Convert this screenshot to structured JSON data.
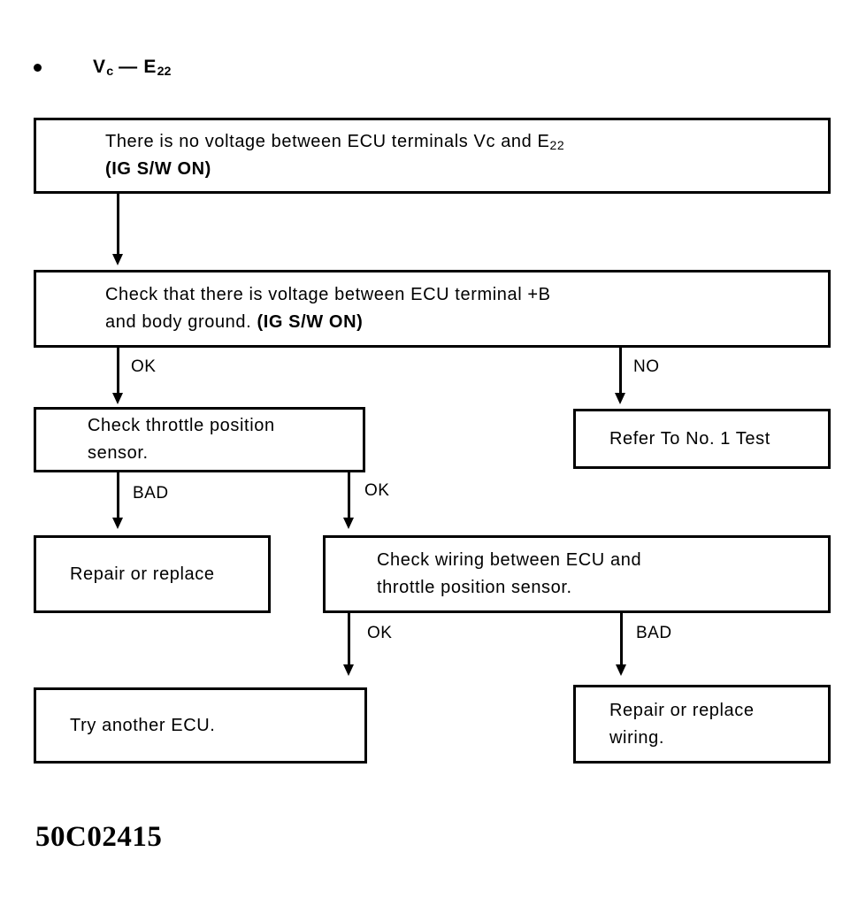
{
  "header": {
    "bullet_label_prefix": "V",
    "bullet_label_sub1": "c",
    "bullet_dash": "—",
    "bullet_label_suffix": "E",
    "bullet_label_sub2": "22"
  },
  "nodes": {
    "symptom": {
      "line1_a": "There is no voltage between ECU terminals Vc and E",
      "line1_sub": "22",
      "line2": "(IG S/W ON)"
    },
    "check_voltage": {
      "line1": "Check that there is voltage between ECU terminal  +B",
      "line2_a": "and body ground. ",
      "line2_b": "(IG S/W ON)"
    },
    "refer_test": {
      "line1": "Refer To No. 1 Test"
    },
    "check_tps": {
      "line1": "Check throttle position",
      "line2": "sensor."
    },
    "repair_replace": {
      "line1": "Repair or replace"
    },
    "check_wiring": {
      "line1": "Check wiring between ECU and",
      "line2": "throttle position sensor."
    },
    "try_ecu": {
      "line1": "Try another ECU."
    },
    "repair_wiring": {
      "line1": "Repair or replace",
      "line2": "wiring."
    }
  },
  "edges": {
    "voltage_ok": "OK",
    "voltage_no": "NO",
    "tps_bad": "BAD",
    "tps_ok": "OK",
    "wiring_ok": "OK",
    "wiring_bad": "BAD"
  },
  "caption": {
    "code": "50C02415"
  },
  "colors": {
    "ink": "#000000",
    "paper": "#ffffff"
  }
}
